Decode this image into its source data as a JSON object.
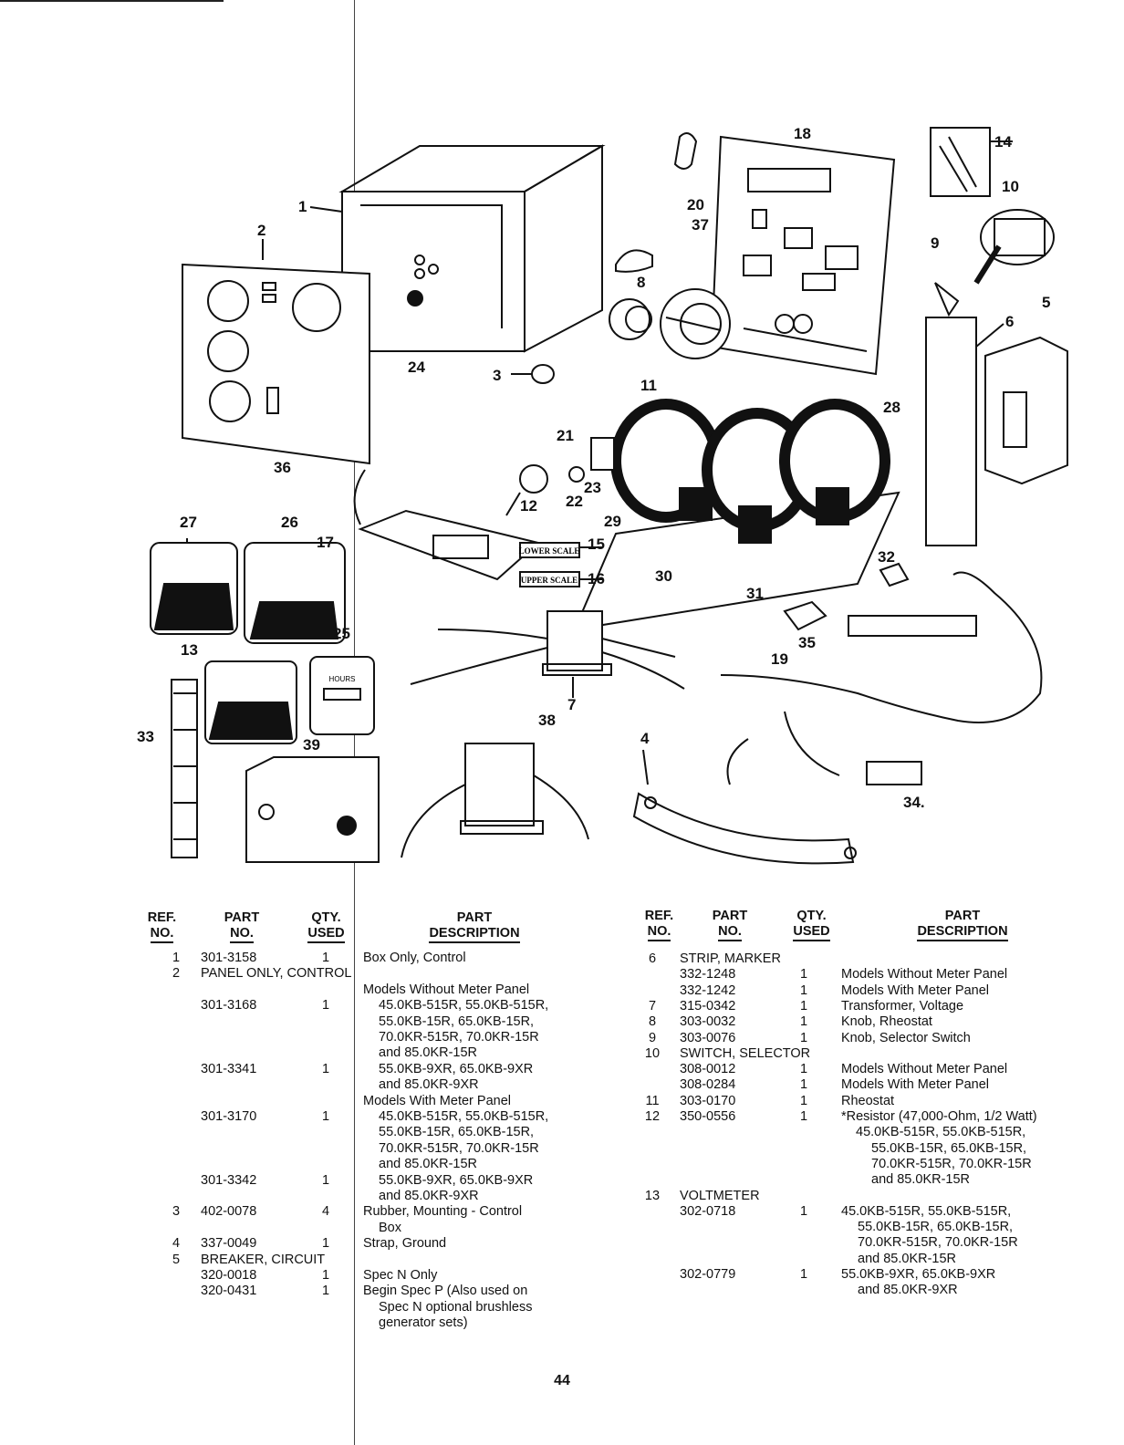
{
  "diagram": {
    "callouts": [
      "1",
      "2",
      "3",
      "4",
      "5",
      "6",
      "7",
      "8",
      "9",
      "10",
      "11",
      "12",
      "13",
      "14",
      "15",
      "16",
      "17",
      "18",
      "19",
      "20",
      "21",
      "22",
      "23",
      "24",
      "25",
      "26",
      "27",
      "28",
      "29",
      "30",
      "31",
      "32",
      "33",
      "34.",
      "35",
      "36",
      "37",
      "38",
      "39"
    ],
    "labels": {
      "lower_scale": "LOWER SCALE",
      "upper_scale": "UPPER SCALE",
      "hours": "HOURS"
    }
  },
  "table_left": {
    "headers": {
      "ref": [
        "REF.",
        "NO."
      ],
      "part": [
        "PART",
        "NO."
      ],
      "qty": [
        "QTY.",
        "USED"
      ],
      "desc": [
        "PART",
        "DESCRIPTION"
      ]
    },
    "rows": [
      {
        "ref": "1",
        "part": "301-3158",
        "qty": "1",
        "desc": "Box Only, Control"
      },
      {
        "ref": "2",
        "part": "PANEL ONLY, CONTROL",
        "qty": "",
        "desc": ""
      },
      {
        "ref": "",
        "part": "",
        "qty": "",
        "desc": "Models Without Meter Panel"
      },
      {
        "ref": "",
        "part": "301-3168",
        "qty": "1",
        "desc": "45.0KB-515R, 55.0KB-515R,"
      },
      {
        "ref": "",
        "part": "",
        "qty": "",
        "desc": "55.0KB-15R, 65.0KB-15R,"
      },
      {
        "ref": "",
        "part": "",
        "qty": "",
        "desc": "70.0KR-515R, 70.0KR-15R"
      },
      {
        "ref": "",
        "part": "",
        "qty": "",
        "desc": "and 85.0KR-15R"
      },
      {
        "ref": "",
        "part": "301-3341",
        "qty": "1",
        "desc": "55.0KB-9XR, 65.0KB-9XR"
      },
      {
        "ref": "",
        "part": "",
        "qty": "",
        "desc": "and 85.0KR-9XR"
      },
      {
        "ref": "",
        "part": "",
        "qty": "",
        "desc": "Models With Meter Panel"
      },
      {
        "ref": "",
        "part": "301-3170",
        "qty": "1",
        "desc": "45.0KB-515R, 55.0KB-515R,"
      },
      {
        "ref": "",
        "part": "",
        "qty": "",
        "desc": "55.0KB-15R, 65.0KB-15R,"
      },
      {
        "ref": "",
        "part": "",
        "qty": "",
        "desc": "70.0KR-515R, 70.0KR-15R"
      },
      {
        "ref": "",
        "part": "",
        "qty": "",
        "desc": "and 85.0KR-15R"
      },
      {
        "ref": "",
        "part": "301-3342",
        "qty": "1",
        "desc": "55.0KB-9XR, 65.0KB-9XR"
      },
      {
        "ref": "",
        "part": "",
        "qty": "",
        "desc": "and 85.0KR-9XR"
      },
      {
        "ref": "3",
        "part": "402-0078",
        "qty": "4",
        "desc": "Rubber, Mounting - Control"
      },
      {
        "ref": "",
        "part": "",
        "qty": "",
        "desc": "Box"
      },
      {
        "ref": "4",
        "part": "337-0049",
        "qty": "1",
        "desc": "Strap, Ground"
      },
      {
        "ref": "5",
        "part": "BREAKER, CIRCUIT",
        "qty": "",
        "desc": ""
      },
      {
        "ref": "",
        "part": "320-0018",
        "qty": "1",
        "desc": "Spec N Only"
      },
      {
        "ref": "",
        "part": "320-0431",
        "qty": "1",
        "desc": "Begin Spec P (Also used on"
      },
      {
        "ref": "",
        "part": "",
        "qty": "",
        "desc": "Spec N optional brushless"
      },
      {
        "ref": "",
        "part": "",
        "qty": "",
        "desc": "generator sets)"
      }
    ]
  },
  "table_right": {
    "headers": {
      "ref": [
        "REF.",
        "NO."
      ],
      "part": [
        "PART",
        "NO."
      ],
      "qty": [
        "QTY.",
        "USED"
      ],
      "desc": [
        "PART",
        "DESCRIPTION"
      ]
    },
    "rows": [
      {
        "ref": "6",
        "part": "STRIP, MARKER",
        "qty": "",
        "desc": ""
      },
      {
        "ref": "",
        "part": "332-1248",
        "qty": "1",
        "desc": "Models Without Meter Panel"
      },
      {
        "ref": "",
        "part": "332-1242",
        "qty": "1",
        "desc": "Models With Meter Panel"
      },
      {
        "ref": "7",
        "part": "315-0342",
        "qty": "1",
        "desc": "Transformer, Voltage"
      },
      {
        "ref": "8",
        "part": "303-0032",
        "qty": "1",
        "desc": "Knob, Rheostat"
      },
      {
        "ref": "9",
        "part": "303-0076",
        "qty": "1",
        "desc": "Knob, Selector Switch"
      },
      {
        "ref": "10",
        "part": "SWITCH, SELECTOR",
        "qty": "",
        "desc": ""
      },
      {
        "ref": "",
        "part": "308-0012",
        "qty": "1",
        "desc": "Models Without Meter Panel"
      },
      {
        "ref": "",
        "part": "308-0284",
        "qty": "1",
        "desc": "Models With Meter Panel"
      },
      {
        "ref": "11",
        "part": "303-0170",
        "qty": "1",
        "desc": "Rheostat"
      },
      {
        "ref": "12",
        "part": "350-0556",
        "qty": "1",
        "desc": "*Resistor (47,000-Ohm, 1/2 Watt)"
      },
      {
        "ref": "",
        "part": "",
        "qty": "",
        "desc": "45.0KB-515R, 55.0KB-515R,"
      },
      {
        "ref": "",
        "part": "",
        "qty": "",
        "desc": "55.0KB-15R, 65.0KB-15R,"
      },
      {
        "ref": "",
        "part": "",
        "qty": "",
        "desc": "70.0KR-515R, 70.0KR-15R"
      },
      {
        "ref": "",
        "part": "",
        "qty": "",
        "desc": "and 85.0KR-15R"
      },
      {
        "ref": "13",
        "part": "VOLTMETER",
        "qty": "",
        "desc": ""
      },
      {
        "ref": "",
        "part": "302-0718",
        "qty": "1",
        "desc": "45.0KB-515R, 55.0KB-515R,"
      },
      {
        "ref": "",
        "part": "",
        "qty": "",
        "desc": "55.0KB-15R, 65.0KB-15R,"
      },
      {
        "ref": "",
        "part": "",
        "qty": "",
        "desc": "70.0KR-515R, 70.0KR-15R"
      },
      {
        "ref": "",
        "part": "",
        "qty": "",
        "desc": "and 85.0KR-15R"
      },
      {
        "ref": "",
        "part": "302-0779",
        "qty": "1",
        "desc": "55.0KB-9XR, 65.0KB-9XR"
      },
      {
        "ref": "",
        "part": "",
        "qty": "",
        "desc": "and 85.0KR-9XR"
      }
    ]
  },
  "page_number": "44"
}
